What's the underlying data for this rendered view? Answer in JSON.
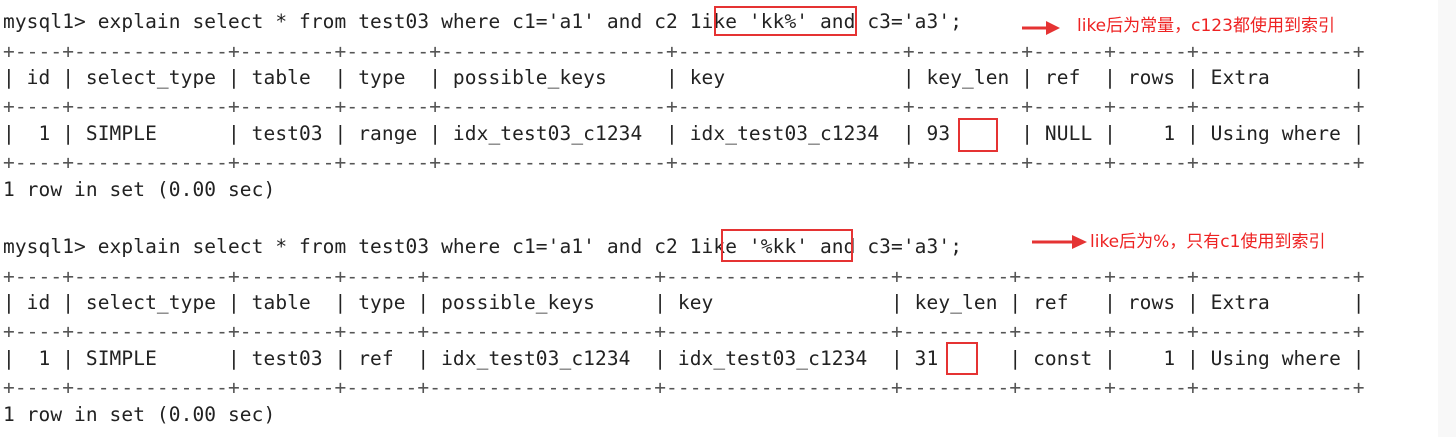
{
  "blocks": [
    {
      "command": "mysql1> explain select * from test03 where c1='a1' and c2 1ike 'kk%' and c3='a3';",
      "separator": "+----+-------------+--------+-------+-------------------+-------------------+---------+------+------+-------------+",
      "header": "| id | select_type | table  | type  | possible_keys     | key               | key_len | ref  | rows | Extra       |",
      "row": "|  1 | SIMPLE      | test03 | range | idx_test03_c1234  | idx_test03_c1234  | 93      | NULL |    1 | Using where |",
      "footer": "1 row in set (0.00 sec)",
      "annotation": "like后为常量，c123都使用到索引"
    },
    {
      "command": "mysql1> explain select * from test03 where c1='a1' and c2 1ike '%kk' and c3='a3';",
      "separator": "+----+-------------+--------+------+-------------------+-------------------+---------+-------+------+-------------+",
      "header": "| id | select_type | table  | type | possible_keys     | key               | key_len | ref   | rows | Extra       |",
      "row": "|  1 | SIMPLE      | test03 | ref  | idx_test03_c1234  | idx_test03_c1234  | 31      | const |    1 | Using where |",
      "footer": "1 row in set (0.00 sec)",
      "annotation": "like后为%，只有c1使用到索引"
    }
  ],
  "colors": {
    "highlight": "#e53333",
    "annotation": "#ee2222",
    "text": "#222222"
  }
}
